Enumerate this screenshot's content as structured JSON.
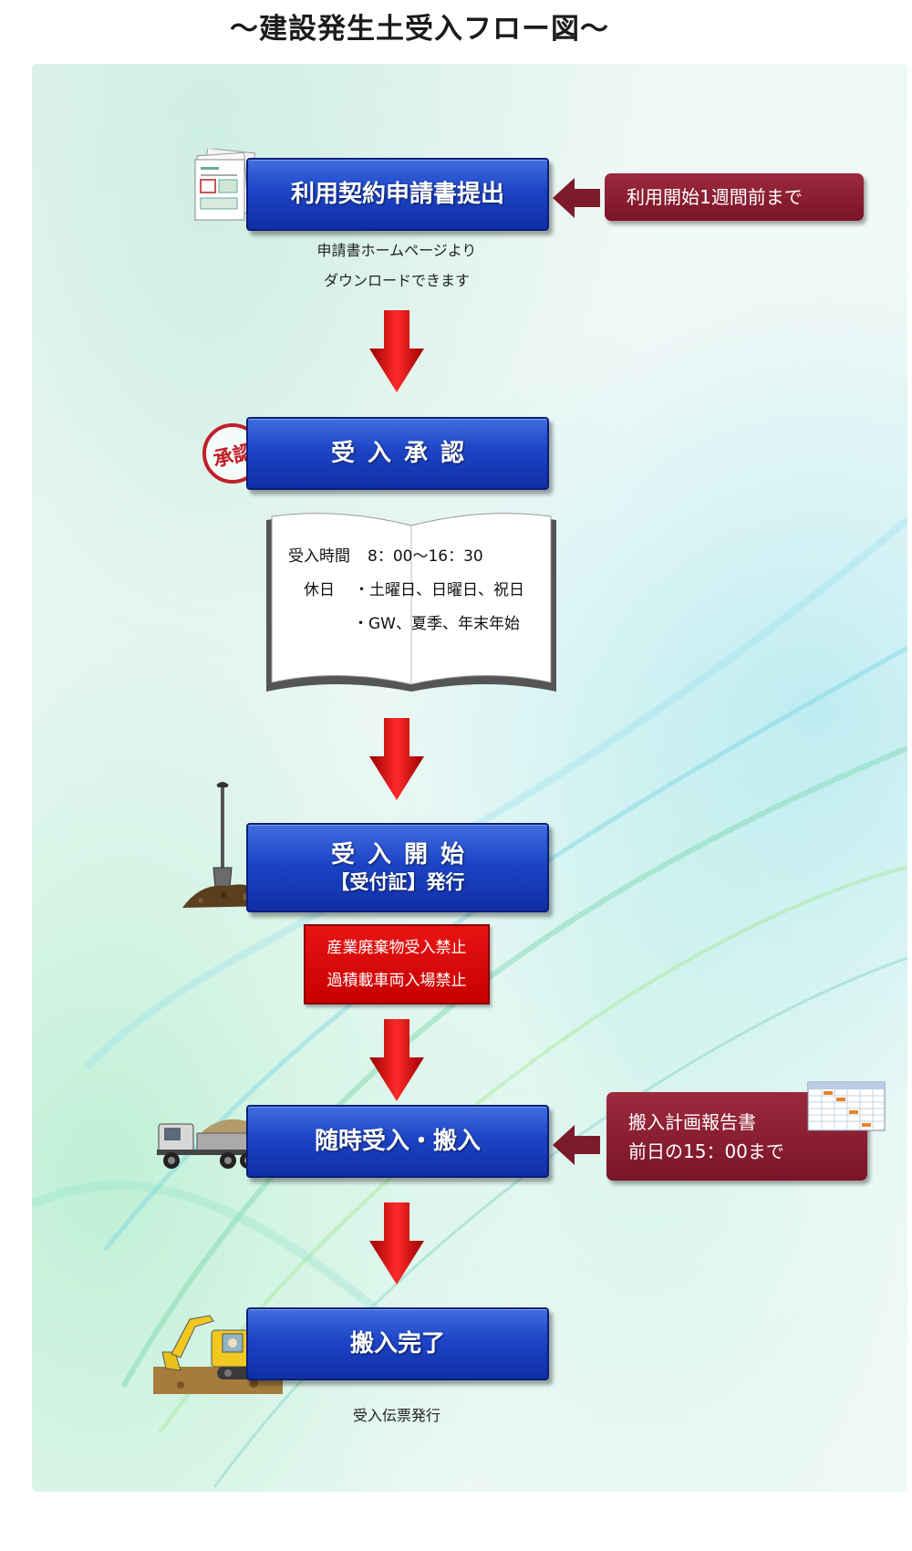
{
  "title": "～建設発生土受入フロー図～",
  "steps": [
    {
      "label": "利用契約申請書提出"
    },
    {
      "label": "受入承認"
    },
    {
      "label": "受入開始",
      "sublabel": "【受付証】発行"
    },
    {
      "label": "随時受入・搬入"
    },
    {
      "label": "搬入完了"
    }
  ],
  "notes": {
    "application_deadline": "利用開始1週間前まで",
    "plan_report_line1": "搬入計画報告書",
    "plan_report_line2": "前日の15：00まで"
  },
  "application_sub": {
    "line1": "申請書ホームページより",
    "line2": "ダウンロードできます"
  },
  "hours": {
    "label": "受入時間",
    "value": "8：00～16：30",
    "holiday_label": "休日",
    "holiday_1": "・土曜日、日曜日、祝日",
    "holiday_2": "・GW、夏季、年末年始"
  },
  "warning": {
    "line1": "産業廃棄物受入禁止",
    "line2": "過積載車両入場禁止"
  },
  "completion_sub": "受入伝票発行",
  "stamp_text": "承認",
  "colors": {
    "step_blue": "#1d44c6",
    "note_maroon": "#8a1c30",
    "warning_red": "#d80000",
    "arrow_red": "#d50a0a"
  }
}
